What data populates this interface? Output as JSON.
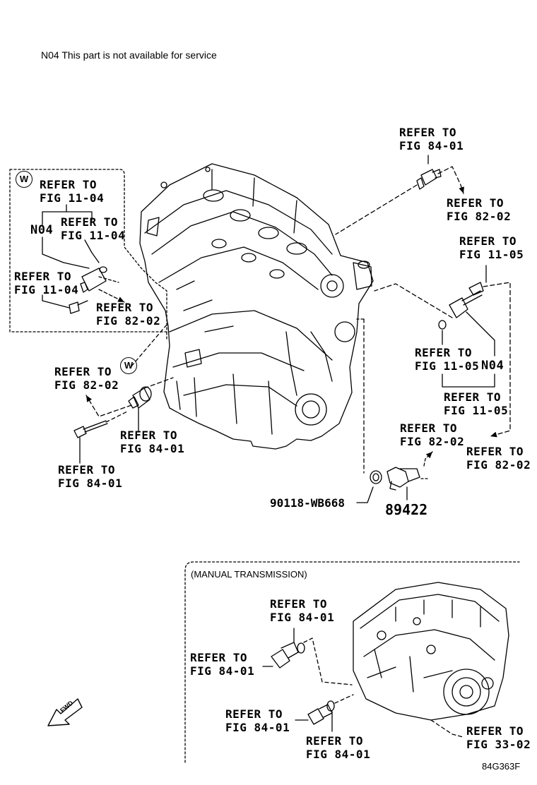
{
  "header_note": "N04 This part is not available for service",
  "diagram_code": "84G363F",
  "manual_trans_title": "(MANUAL TRANSMISSION)",
  "symbols": {
    "w": "W",
    "n04": "N04",
    "fwd": "FWD"
  },
  "refer_prefix": "REFER TO",
  "refs": {
    "top_84_01": "FIG 84-01",
    "r_82_02_a": "FIG 82-02",
    "r_11_05_top": "FIG 11-05",
    "l_11_04_top": "FIG 11-04",
    "l_11_04_mid": "FIG 11-04",
    "l_11_04_left": "FIG 11-04",
    "l_82_02_box": "FIG 82-02",
    "r_11_05_mid": "FIG 11-05",
    "r_11_05_low": "FIG 11-05",
    "l_82_02_mid": "FIG 82-02",
    "c_84_01": "FIG 84-01",
    "l_84_01_low": "FIG 84-01",
    "c_82_02_low": "FIG 82-02",
    "r_82_02_low": "FIG 82-02",
    "mt_84_01_top": "FIG 84-01",
    "mt_84_01_left": "FIG 84-01",
    "mt_84_01_bot_l": "FIG 84-01",
    "mt_84_01_bot_c": "FIG 84-01",
    "mt_33_02": "FIG 33-02"
  },
  "part_numbers": {
    "washer": "90118-WB668",
    "sensor": "89422"
  }
}
